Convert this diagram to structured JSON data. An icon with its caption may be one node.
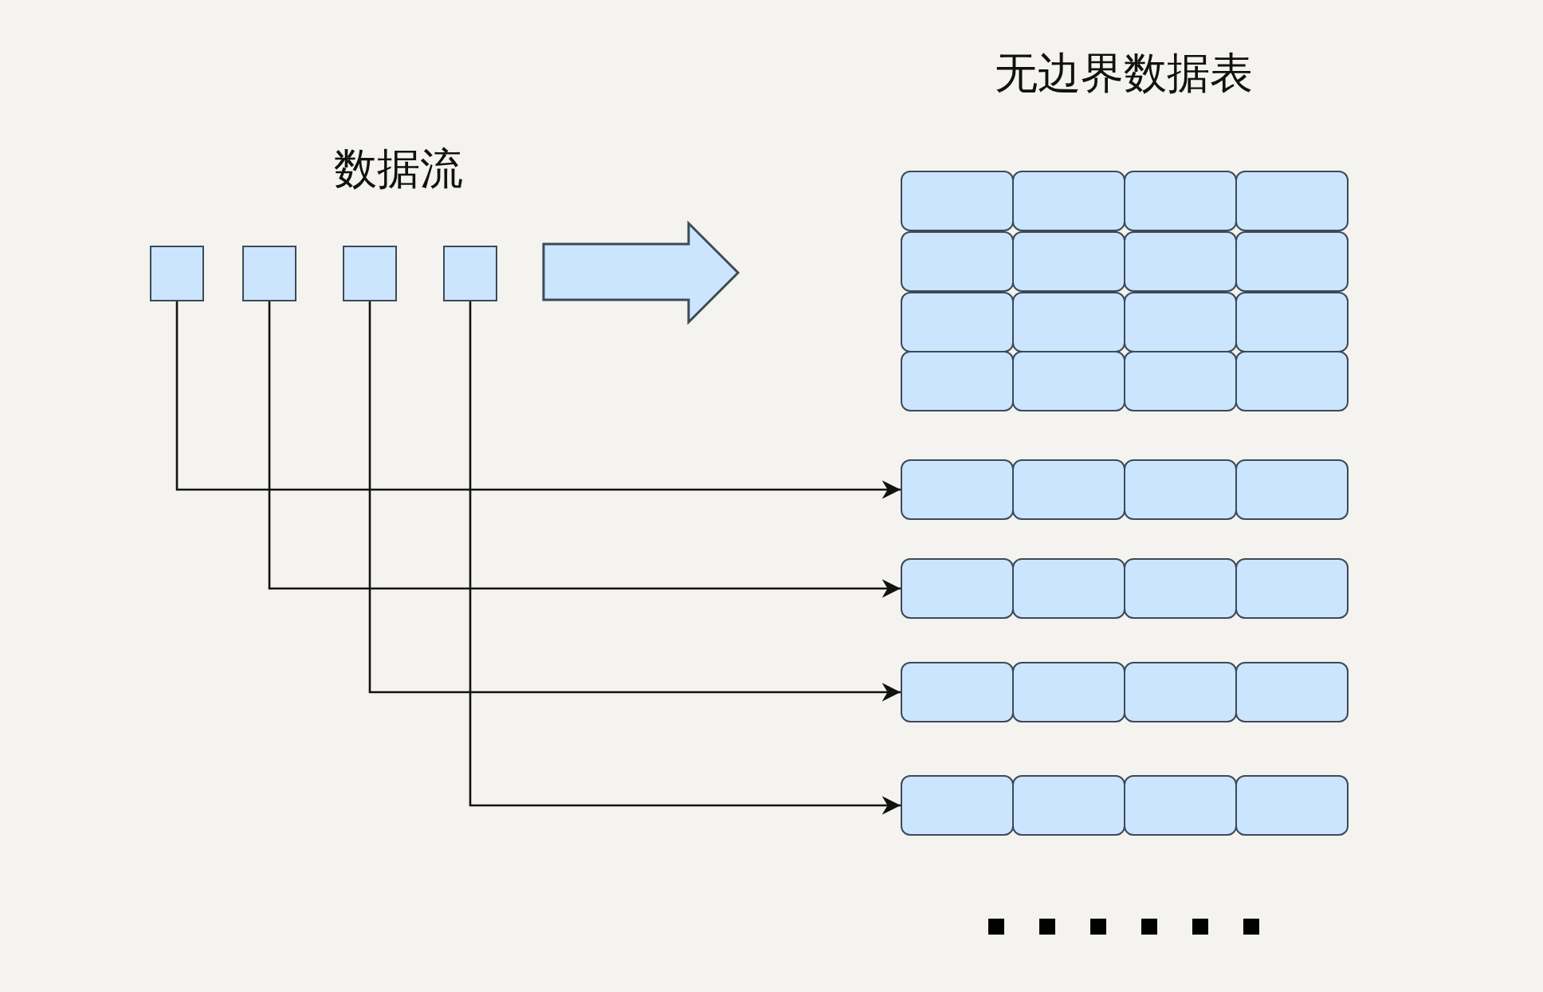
{
  "diagram": {
    "nodes": [
      {
        "text": [],
        "shape": "box"
      },
      {
        "text": [],
        "shape": "box"
      },
      {
        "text": [],
        "shape": "box"
      },
      {
        "text": [],
        "shape": "box"
      },
      {
        "text": [],
        "shape": "box"
      },
      {
        "text": [],
        "shape": "box"
      },
      {
        "text": [],
        "shape": "box"
      },
      {
        "text": [],
        "shape": "box"
      },
      {
        "text": [],
        "shape": "box"
      },
      {
        "text": [],
        "shape": "box"
      },
      {
        "text": [],
        "shape": "box"
      },
      {
        "text": [],
        "shape": "box"
      },
      {
        "text": [],
        "shape": "box"
      },
      {
        "text": [],
        "shape": "box"
      },
      {
        "text": [],
        "shape": "box"
      },
      {
        "text": [],
        "shape": "box"
      },
      {
        "text": [],
        "shape": "box"
      },
      {
        "text": [],
        "shape": "box"
      },
      {
        "text": [],
        "shape": "box"
      },
      {
        "text": [],
        "shape": "box"
      },
      {
        "text": [],
        "shape": "box"
      },
      {
        "text": [],
        "shape": "box"
      },
      {
        "text": [],
        "shape": "box"
      },
      {
        "text": [],
        "shape": "box"
      },
      {
        "text": [],
        "shape": "box"
      },
      {
        "text": [],
        "shape": "box"
      },
      {
        "text": [],
        "shape": "box"
      },
      {
        "text": [],
        "shape": "box"
      },
      {
        "text": [],
        "shape": "box"
      },
      {
        "text": [],
        "shape": "box"
      },
      {
        "text": [],
        "shape": "box"
      },
      {
        "text": [],
        "shape": "box"
      },
      {
        "text": [],
        "shape": "box"
      },
      {
        "text": [],
        "shape": "box"
      },
      {
        "text": [],
        "shape": "box"
      },
      {
        "text": [],
        "shape": "box"
      }
    ],
    "edges": [
      {
        "from": 0,
        "to": 20,
        "arrow": "to"
      },
      {
        "from": 1,
        "to": 24,
        "arrow": "to"
      },
      {
        "from": 2,
        "to": 28,
        "arrow": "to"
      },
      {
        "from": 3,
        "to": 32,
        "arrow": "to"
      }
    ],
    "labels": [
      "无边界数据表",
      "数据流"
    ]
  }
}
